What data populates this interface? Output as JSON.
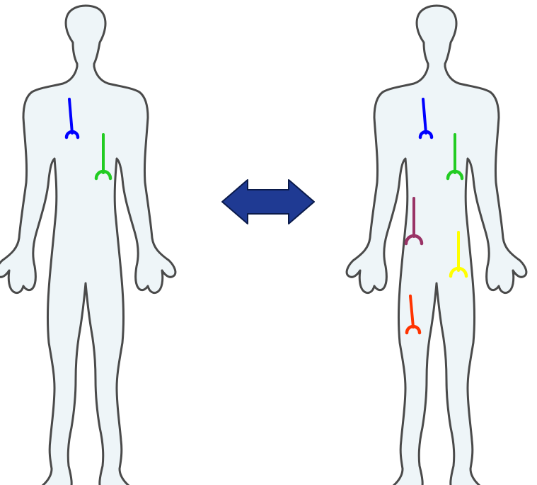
{
  "colors": {
    "figure_fill": "#eef5f8",
    "figure_outline": "#4a4a4a",
    "arrow_fill": "#1f3a93",
    "arrow_outline": "#0a1a4a"
  },
  "figures": [
    {
      "id": "left",
      "markers": [
        {
          "color": "#0000ff"
        },
        {
          "color": "#22cc22"
        }
      ]
    },
    {
      "id": "right",
      "markers": [
        {
          "color": "#0000ff"
        },
        {
          "color": "#22cc22"
        },
        {
          "color": "#993366"
        },
        {
          "color": "#ffff00"
        },
        {
          "color": "#ff3300"
        }
      ]
    }
  ],
  "connector": {
    "icon": "double-headed-arrow-icon",
    "direction": "bidirectional"
  }
}
